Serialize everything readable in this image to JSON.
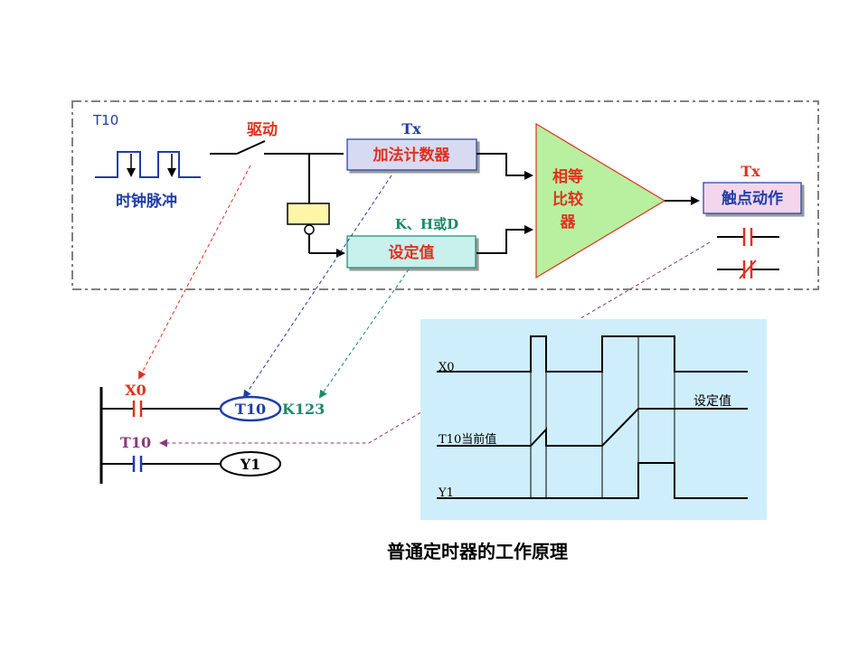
{
  "block": {
    "pulse_name": "T10",
    "pulse_label": "时钟脉冲",
    "drive_label": "驱动",
    "counter_tag": "Tx",
    "counter_label": "加法计数器",
    "preset_source": "K、H或D",
    "preset_label": "设定值",
    "comparator_label": [
      "相等",
      "比较",
      "器"
    ],
    "contact_tag": "Tx",
    "contact_label": "触点动作"
  },
  "ladder": {
    "rung1_contact": "X0",
    "coil1": "T10",
    "coil1_constant": "K123",
    "rung2_contact": "T10",
    "coil2": "Y1"
  },
  "timing": {
    "x0_label": "X0",
    "current_label": "T10当前值",
    "y1_label": "Y1",
    "preset_label": "设定值"
  },
  "caption": "普通定时器的工作原理",
  "colors": {
    "red": "#e0301e",
    "blue": "#1f3da8",
    "green": "#1a8a6a",
    "counter_fill": "#d8daf2",
    "preset_fill": "#c8f0ec",
    "comparator_fill": "#b8f0a0",
    "contact_fill": "#f4d6ec",
    "timing_bg": "#cfeefc"
  }
}
